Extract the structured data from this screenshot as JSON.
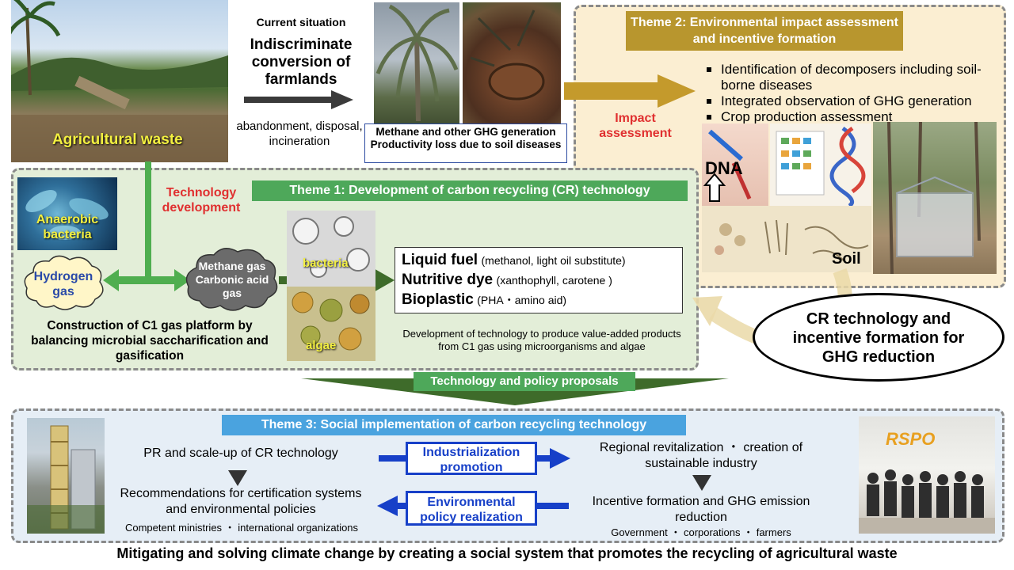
{
  "top": {
    "agri_label": "Agricultural waste",
    "current_label": "Current situation",
    "conversion_text": "Indiscriminate conversion of farmlands",
    "abandon_text": "abandonment, disposal, incineration",
    "methane_box": "Methane and other GHG generation Productivity loss due to soil diseases"
  },
  "theme2": {
    "title": "Theme 2: Environmental impact assessment and incentive formation",
    "impact_label": "Impact assessment",
    "bullets": [
      "Identification of decomposers including soil-borne diseases",
      "Integrated observation of GHG generation",
      "Crop production assessment"
    ],
    "dna_label": "DNA",
    "soil_label": "Soil"
  },
  "theme1": {
    "title": "Theme 1: Development of carbon recycling (CR) technology",
    "tech_dev_label": "Technology development",
    "anaerobic_label": "Anaerobic bacteria",
    "hydrogen_label": "Hydrogen gas",
    "methane_label": "Methane gas Carbonic acid gas",
    "bacteria_label": "bacteria",
    "algae_label": "algae",
    "c1_text": "Construction of C1 gas platform by balancing microbial saccharification and gasification",
    "products": [
      {
        "name": "Liquid fuel",
        "detail": "(methanol, light oil substitute)"
      },
      {
        "name": "Nutritive dye",
        "detail": "(xanthophyll, carotene )"
      },
      {
        "name": "Bioplastic",
        "detail": "(PHA・amino aid)"
      }
    ],
    "dev_text": "Development of technology to produce value-added products from C1 gas using microorganisms and algae"
  },
  "oval_text": "CR technology and incentive formation for GHG reduction",
  "proposals_label": "Technology and policy proposals",
  "theme3": {
    "title": "Theme 3: Social implementation of carbon recycling technology",
    "pr_text": "PR and scale-up of CR technology",
    "recommend_text": "Recommendations for certification systems and environmental policies",
    "ministries_text": "Competent ministries ・ international organizations",
    "industrialization_label": "Industrialization promotion",
    "environmental_label": "Environmental policy realization",
    "regional_text": "Regional revitalization ・ creation of sustainable industry",
    "incentive_text": "Incentive formation and GHG emission reduction",
    "government_text": "Government ・ corporations ・ farmers",
    "rspo_label": "RSPO"
  },
  "footer_text": "Mitigating and solving climate change by creating a social system that promotes the recycling of agricultural waste",
  "colors": {
    "theme1_green": "#4ea85a",
    "theme2_gold": "#b8962e",
    "theme3_blue": "#4aa3df",
    "panel1_bg": "#e3eed8",
    "panel2_bg": "#fbeed2",
    "panel3_bg": "#e6eef6",
    "red_label": "#e03030",
    "arrow_green": "#4fae4f",
    "blue_text": "#1740c8"
  }
}
